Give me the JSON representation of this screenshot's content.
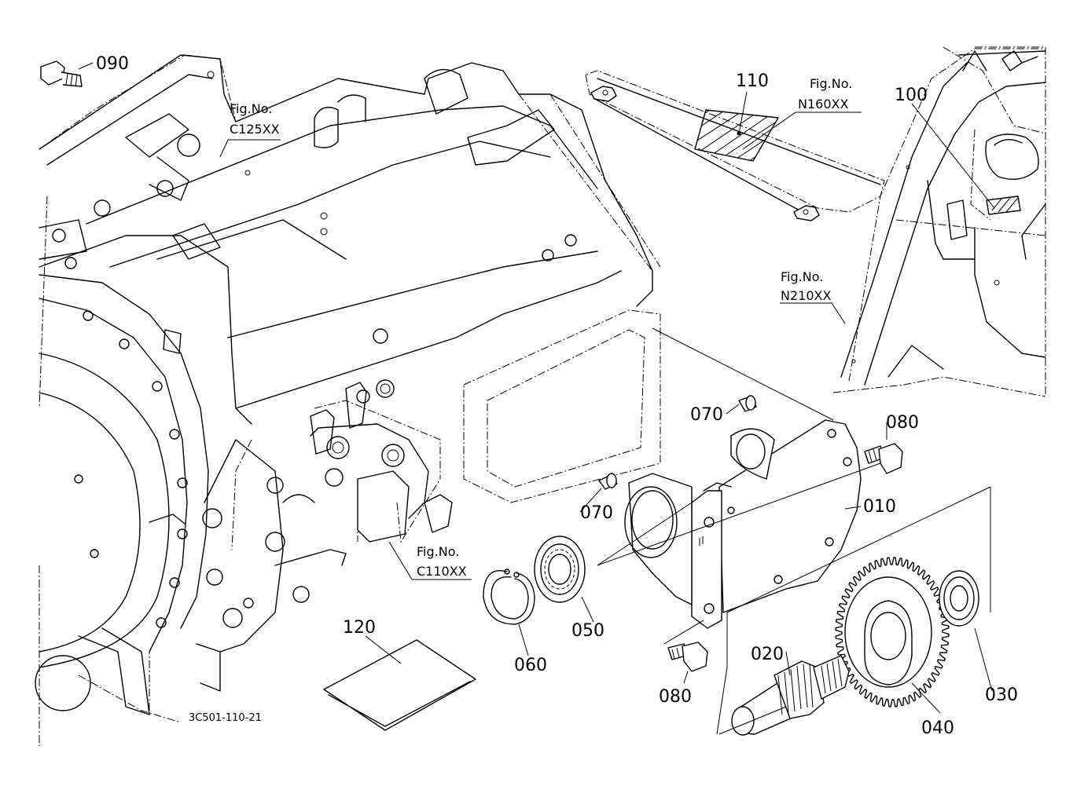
{
  "diagram": {
    "drawing_code": "3C501-110-21",
    "part_labels": {
      "p010": "010",
      "p020": "020",
      "p030": "030",
      "p040": "040",
      "p050": "050",
      "p060": "060",
      "p070a": "070",
      "p070b": "070",
      "p080a": "080",
      "p080b": "080",
      "p090": "090",
      "p100": "100",
      "p110": "110",
      "p120": "120"
    },
    "figure_refs": {
      "c125": {
        "line1": "Fig.No.",
        "line2": "C125XX"
      },
      "n160": {
        "line1": "Fig.No.",
        "line2": "N160XX"
      },
      "n210": {
        "line1": "Fig.No.",
        "line2": "N210XX"
      },
      "c110": {
        "line1": "Fig.No.",
        "line2": "C110XX"
      }
    }
  }
}
